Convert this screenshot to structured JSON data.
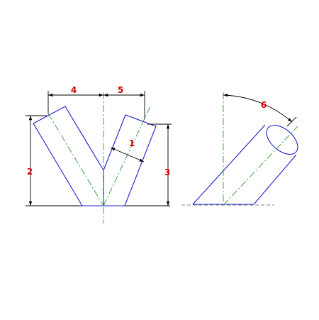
{
  "colors": {
    "outline": "#1f1fd0",
    "centerline": "#2e9a2e",
    "dimension": "#000000",
    "label": "#d40000",
    "base_dashed": "#808080"
  },
  "labels": {
    "dim1": "1",
    "dim2": "2",
    "dim3": "3",
    "dim4": "4",
    "dim5": "5",
    "dim6": "6"
  }
}
